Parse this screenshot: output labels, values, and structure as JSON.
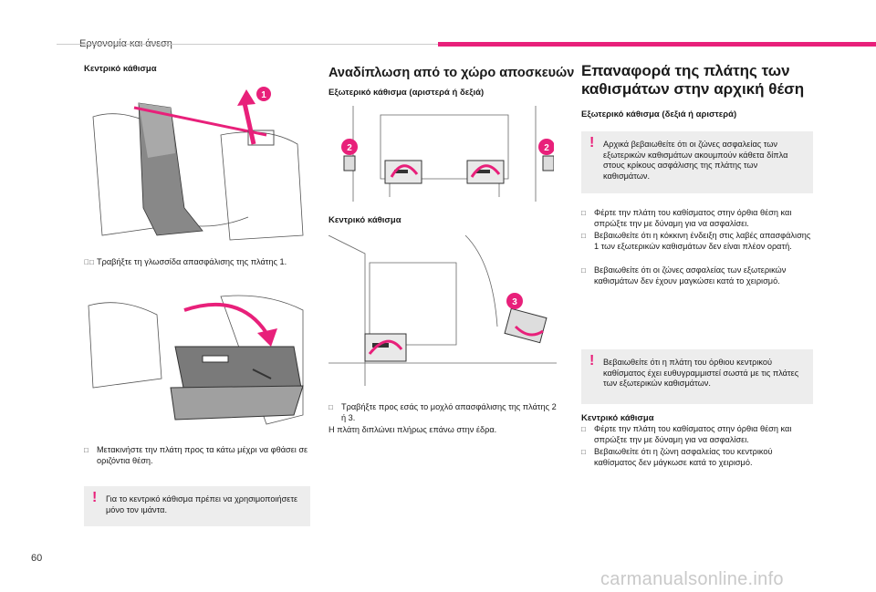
{
  "header": {
    "section": "Εργονομία και άνεση"
  },
  "page_number": "60",
  "watermark": "carmanualsonline.info",
  "col1": {
    "subhead": "Κεντρικό κάθισμα",
    "bullet1": "Τραβήξτε τη γλωσσίδα απασφάλισης της πλάτης 1.",
    "bullet2": "Μετακινήστε την πλάτη προς τα κάτω μέχρι να φθάσει σε οριζόντια θέση.",
    "note": "Για το κεντρικό κάθισμα πρέπει να χρησιμοποιήσετε μόνο τον ιμάντα.",
    "badge": "1"
  },
  "col2": {
    "title": "Αναδίπλωση από το χώρο αποσκευών",
    "subhead1": "Εξωτερικό κάθισμα (αριστερά ή δεξιά)",
    "subhead2": "Κεντρικό κάθισμα",
    "bullet1": "Τραβήξτε προς εσάς το μοχλό απασφάλισης της πλάτης 2 ή 3.",
    "para": "Η πλάτη διπλώνει πλήρως επάνω στην έδρα.",
    "badge2": "2",
    "badge3": "3"
  },
  "col3": {
    "title_line1": "Επαναφορά της πλάτης των",
    "title_line2": "καθισμάτων στην αρχική θέση",
    "subhead1": "Εξωτερικό κάθισμα (δεξιά ή αριστερά)",
    "note1": "Αρχικά βεβαιωθείτε ότι οι ζώνες ασφαλείας των εξωτερικών καθισμάτων ακουμπούν κάθετα δίπλα στους κρίκους ασφάλισης της πλάτης των καθισμάτων.",
    "bullet1": "Φέρτε την πλάτη του καθίσματος στην όρθια θέση και σπρώξτε την με δύναμη για να ασφαλίσει.",
    "bullet2": "Βεβαιωθείτε ότι η κόκκινη ένδειξη στις λαβές απασφάλισης 1 των εξωτερικών καθισμάτων δεν είναι πλέον ορατή.",
    "bullet3": "Βεβαιωθείτε ότι οι ζώνες ασφαλείας των εξωτερικών καθισμάτων δεν έχουν μαγκώσει κατά το χειρισμό.",
    "note2": "Βεβαιωθείτε ότι η πλάτη του όρθιου κεντρικού καθίσματος έχει ευθυγραμμιστεί σωστά με τις πλάτες των εξωτερικών καθισμάτων.",
    "subhead2": "Κεντρικό κάθισμα",
    "bullet4": "Φέρτε την πλάτη του καθίσματος στην όρθια θέση και σπρώξτε την με δύναμη για να ασφαλίσει.",
    "bullet5": "Βεβαιωθείτε ότι η ζώνη ασφαλείας του κεντρικού καθίσματος δεν μάγκωσε κατά το χειρισμό."
  },
  "colors": {
    "accent": "#e8207a",
    "badge_fill": "#e8207a",
    "note_bg": "#ededed"
  },
  "icons": {
    "bullet": "checkbox-bullet-icon",
    "warning": "exclamation-icon"
  }
}
